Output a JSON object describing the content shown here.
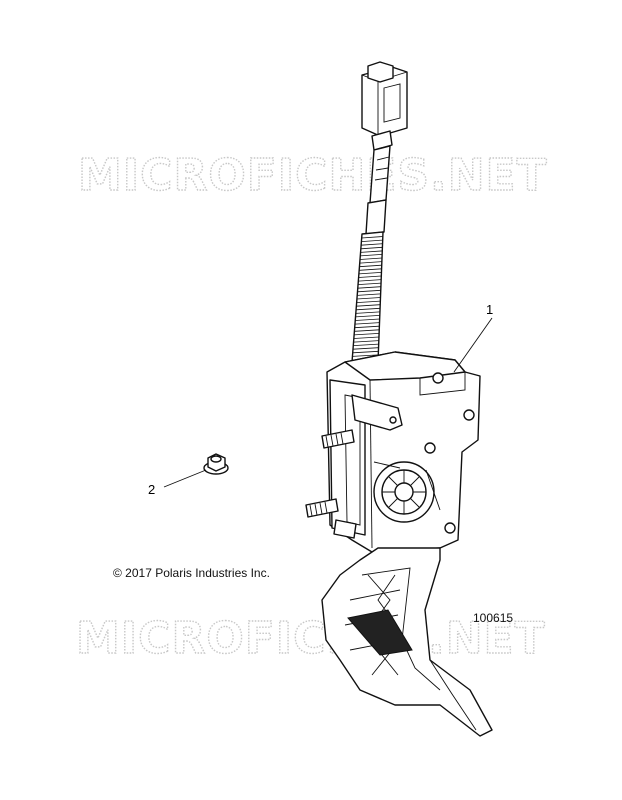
{
  "watermark": {
    "text": "MICROFICHES.NET"
  },
  "callouts": [
    {
      "id": "1",
      "label": "1",
      "part": "throttle-pedal-assembly"
    },
    {
      "id": "2",
      "label": "2",
      "part": "flange-nut"
    }
  ],
  "copyright": "© 2017 Polaris Industries Inc.",
  "figure_number": "100615",
  "colors": {
    "line": "#111111",
    "watermark": "#c8c8c8",
    "background": "#ffffff"
  }
}
